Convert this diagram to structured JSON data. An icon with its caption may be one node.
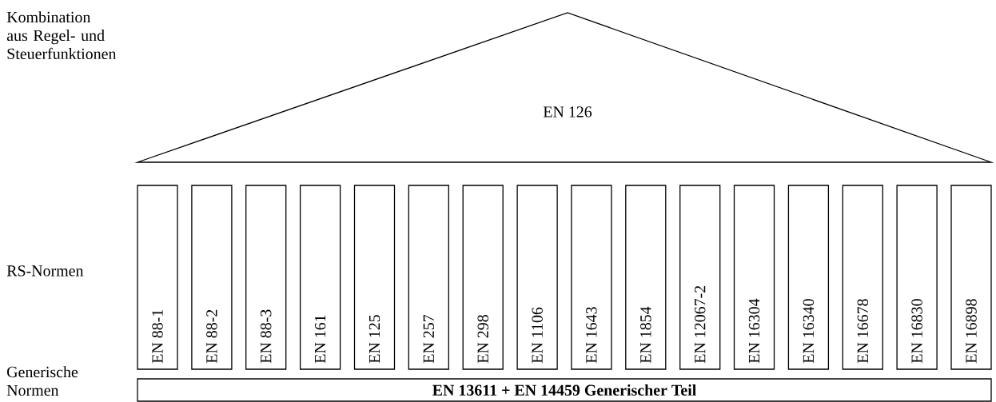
{
  "diagram": {
    "nodes": [
      {
        "text": [
          "EN 126"
        ]
      },
      {
        "text": [
          "EN 88-1"
        ]
      },
      {
        "text": [
          "EN 88-2"
        ]
      },
      {
        "text": [
          "EN 88-3"
        ]
      },
      {
        "text": [
          "EN 161"
        ]
      },
      {
        "text": [
          "EN 125"
        ]
      },
      {
        "text": [
          "EN 257"
        ]
      },
      {
        "text": [
          "EN 298"
        ]
      },
      {
        "text": [
          "EN 1106"
        ]
      },
      {
        "text": [
          "EN 1643"
        ]
      },
      {
        "text": [
          "EN 1854"
        ]
      },
      {
        "text": [
          "EN 12067-2"
        ]
      },
      {
        "text": [
          "EN 16304"
        ]
      },
      {
        "text": [
          "EN 16340"
        ]
      },
      {
        "text": [
          "EN 16678"
        ]
      },
      {
        "text": [
          "EN 16830"
        ]
      },
      {
        "text": [
          "EN 16898"
        ]
      },
      {
        "text": [
          "EN 13611 + EN 14459 Generischer Teil"
        ]
      }
    ],
    "labels": [
      "Kombination aus Regel- und Steuerfunktionen",
      "RS-Normen",
      "Generische Normen"
    ]
  }
}
